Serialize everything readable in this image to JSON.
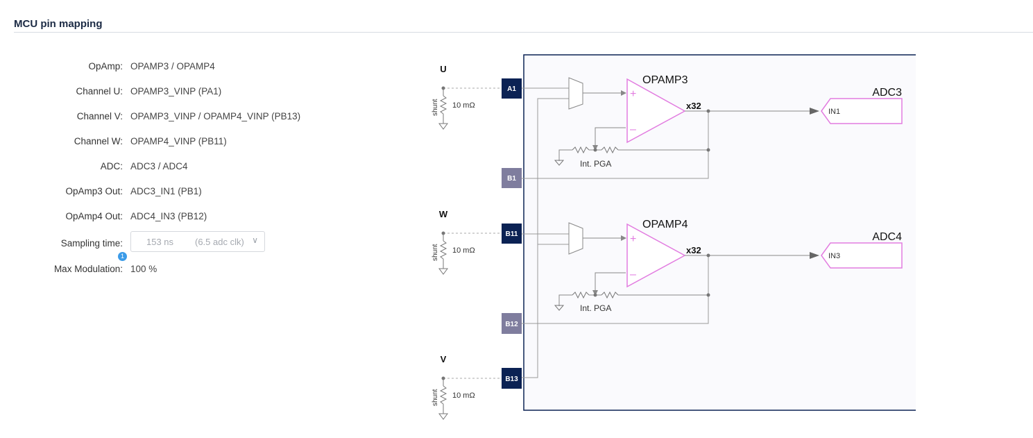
{
  "section": {
    "title": "MCU pin mapping"
  },
  "props": {
    "opamp": {
      "label": "OpAmp:",
      "value": "OPAMP3 / OPAMP4"
    },
    "channel_u": {
      "label": "Channel U:",
      "value": "OPAMP3_VINP (PA1)"
    },
    "channel_v": {
      "label": "Channel V:",
      "value": "OPAMP3_VINP / OPAMP4_VINP (PB13)"
    },
    "channel_w": {
      "label": "Channel W:",
      "value": "OPAMP4_VINP (PB11)"
    },
    "adc": {
      "label": "ADC:",
      "value": "ADC3 / ADC4"
    },
    "opamp3_out": {
      "label": "OpAmp3 Out:",
      "value": "ADC3_IN1 (PB1)"
    },
    "opamp4_out": {
      "label": "OpAmp4 Out:",
      "value": "ADC4_IN3 (PB12)"
    },
    "sampling_time": {
      "label": "Sampling time:",
      "value": "153 ns",
      "clk": "(6.5 adc clk)"
    },
    "max_modulation": {
      "label": "Max Modulation:",
      "value": "100 %",
      "badge": "1"
    }
  },
  "diagram": {
    "phase_u": "U",
    "phase_w": "W",
    "phase_v": "V",
    "shunt_label": "shunt",
    "shunt_value": "10 mΩ",
    "pins": {
      "a1": "A1",
      "b1": "B1",
      "b11": "B11",
      "b12": "B12",
      "b13": "B13"
    },
    "opamp3": {
      "name": "OPAMP3",
      "gain": "x32",
      "pga": "Int. PGA"
    },
    "opamp4": {
      "name": "OPAMP4",
      "gain": "x32",
      "pga": "Int. PGA"
    },
    "adc3": {
      "name": "ADC3",
      "input": "IN1"
    },
    "adc4": {
      "name": "ADC4",
      "input": "IN3"
    },
    "colors": {
      "pin_dark": "#0b2254",
      "pin_light": "#7f7d9e",
      "opamp": "#e27ce0",
      "mcu_border": "#0b2254",
      "mcu_fill": "#fafafd"
    }
  }
}
